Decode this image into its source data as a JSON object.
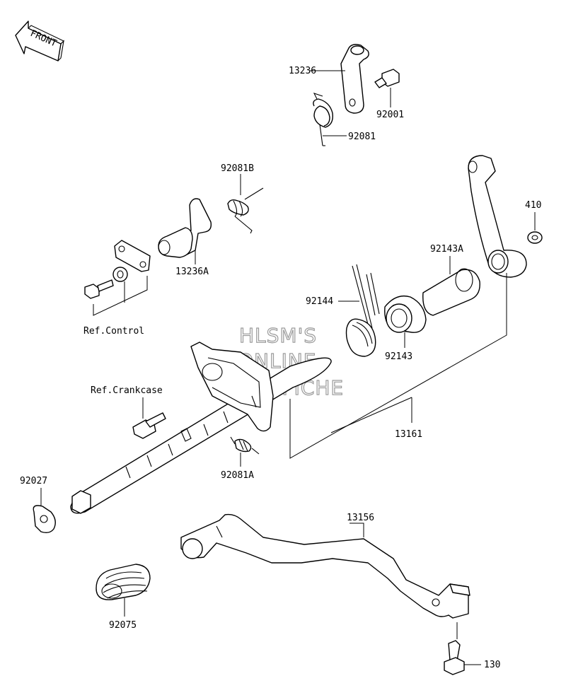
{
  "orientation": {
    "front_label": "FRONT"
  },
  "watermark": {
    "line1": "HLSM'S",
    "line2": "ONLINE",
    "line3": "MICROFICHE"
  },
  "labels": {
    "p13236": "13236",
    "p92001": "92001",
    "p92081": "92081",
    "p92081B": "92081B",
    "p13236A": "13236A",
    "p410": "410",
    "p92143A": "92143A",
    "p92144": "92144",
    "p92143": "92143",
    "ref_control": "Ref.Control",
    "ref_crankcase": "Ref.Crankcase",
    "p13161": "13161",
    "p92081A": "92081A",
    "p92027": "92027",
    "p13156": "13156",
    "p92075": "92075",
    "p130": "130"
  }
}
